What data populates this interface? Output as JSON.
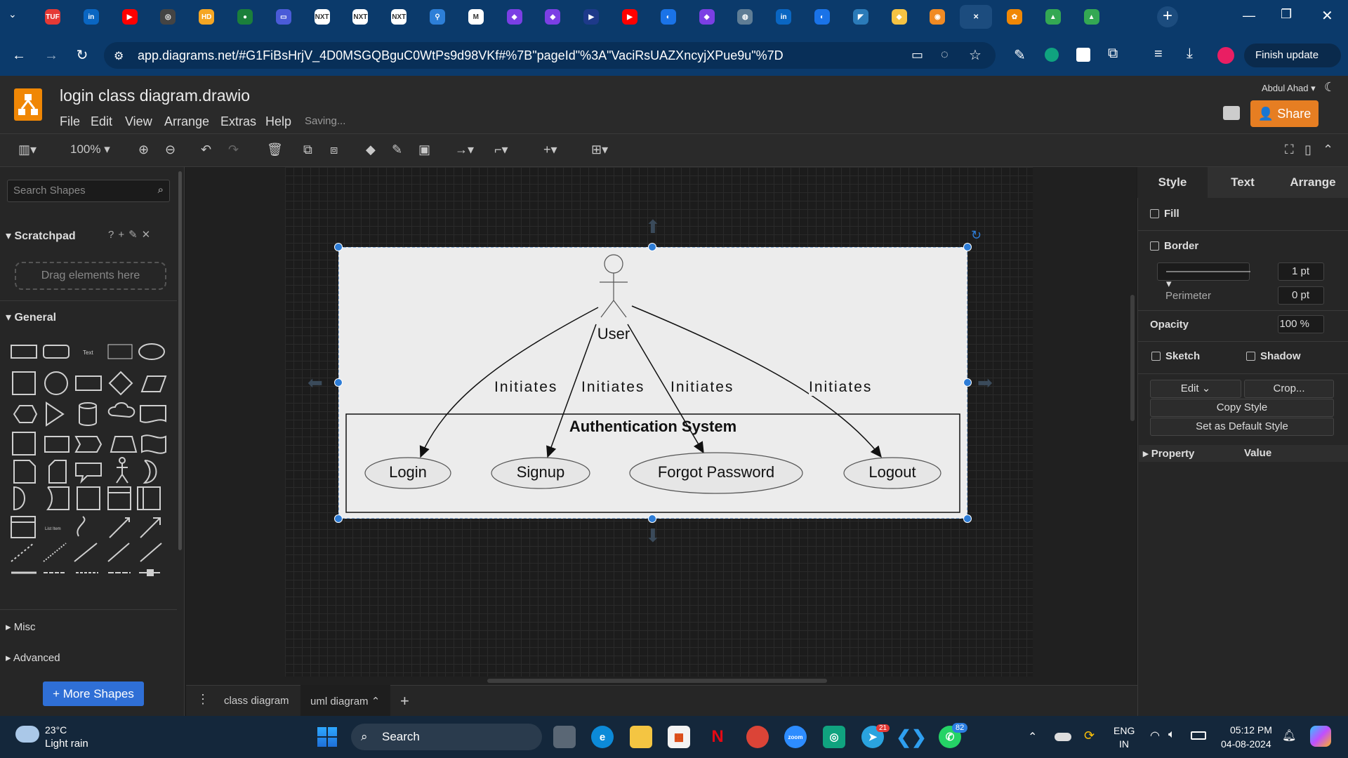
{
  "browser": {
    "url": "app.diagrams.net/#G1FiBsHrjV_4D0MSGQBguC0WtPs9d98VKf#%7B\"pageId\"%3A\"VaciRsUAZXncyjXPue9u\"%7D",
    "finish_update": "Finish update",
    "tabs": [
      {
        "icon": "tuf-icon",
        "label": "TUF",
        "color": "#e53935"
      },
      {
        "icon": "linkedin-icon",
        "label": "in",
        "color": "#0a66c2"
      },
      {
        "icon": "youtube-icon",
        "label": "▶",
        "color": "#ff0000"
      },
      {
        "icon": "chatgpt-icon",
        "label": "◎",
        "color": "#444"
      },
      {
        "icon": "hd-icon",
        "label": "HD",
        "color": "#f5a623"
      },
      {
        "icon": "app-icon",
        "label": "●",
        "color": "#1b7f3b"
      },
      {
        "icon": "chat-icon",
        "label": "▭",
        "color": "#4a5bd8"
      },
      {
        "icon": "next-icon",
        "label": "NXT",
        "color": "#fff"
      },
      {
        "icon": "next-icon",
        "label": "NXT",
        "color": "#fff"
      },
      {
        "icon": "next-icon",
        "label": "NXT",
        "color": "#fff"
      },
      {
        "icon": "pin-icon",
        "label": "⚲",
        "color": "#2d7fd8"
      },
      {
        "icon": "gmail-icon",
        "label": "M",
        "color": "#fff"
      },
      {
        "icon": "copilot-icon",
        "label": "◆",
        "color": "#7b3fe4"
      },
      {
        "icon": "copilot-icon",
        "label": "◆",
        "color": "#7b3fe4"
      },
      {
        "icon": "play-icon",
        "label": "▶",
        "color": "#1e3a8a"
      },
      {
        "icon": "youtube-icon",
        "label": "▶",
        "color": "#ff0000"
      },
      {
        "icon": "edge-icon",
        "label": "◐",
        "color": "#1a73e8"
      },
      {
        "icon": "copilot-icon",
        "label": "◆",
        "color": "#7b3fe4"
      },
      {
        "icon": "globe-icon",
        "label": "◍",
        "color": "#5f7d95"
      },
      {
        "icon": "linkedin-icon",
        "label": "in",
        "color": "#0a66c2"
      },
      {
        "icon": "edge-icon",
        "label": "◐",
        "color": "#1a73e8"
      },
      {
        "icon": "bird-icon",
        "label": "◤",
        "color": "#2b7bb9"
      },
      {
        "icon": "gem-icon",
        "label": "◆",
        "color": "#f6c343"
      },
      {
        "icon": "fire-icon",
        "label": "◉",
        "color": "#f08a24"
      },
      {
        "icon": "close-icon",
        "label": "✕",
        "color": "transparent"
      },
      {
        "icon": "flower-icon",
        "label": "✿",
        "color": "#f08705"
      },
      {
        "icon": "drive-icon",
        "label": "▲",
        "color": "#34a853"
      },
      {
        "icon": "drive-icon",
        "label": "▲",
        "color": "#34a853"
      }
    ]
  },
  "app": {
    "title": "login class diagram.drawio",
    "menus": [
      "File",
      "Edit",
      "View",
      "Arrange",
      "Extras",
      "Help"
    ],
    "status": "Saving...",
    "user": "Abdul Ahad",
    "share": "Share",
    "zoom": "100%"
  },
  "left_panel": {
    "search_placeholder": "Search Shapes",
    "scratchpad": "Scratchpad",
    "drag_hint": "Drag elements here",
    "general": "General",
    "misc": "Misc",
    "advanced": "Advanced",
    "more_shapes": "+ More Shapes"
  },
  "diagram": {
    "actor": "User",
    "system": "Authentication System",
    "edge_label": "Initiates",
    "use_cases": [
      "Login",
      "Signup",
      "Forgot Password",
      "Logout"
    ]
  },
  "right_panel": {
    "tabs": [
      "Style",
      "Text",
      "Arrange"
    ],
    "fill": "Fill",
    "border": "Border",
    "border_width": "1 pt",
    "perimeter": "Perimeter",
    "perimeter_value": "0 pt",
    "opacity": "Opacity",
    "opacity_value": "100 %",
    "sketch": "Sketch",
    "shadow": "Shadow",
    "edit": "Edit",
    "crop": "Crop...",
    "copy_style": "Copy Style",
    "set_default": "Set as Default Style",
    "property": "Property",
    "value": "Value"
  },
  "page_tabs": [
    "class diagram",
    "uml diagram"
  ],
  "taskbar": {
    "temp": "23°C",
    "weather": "Light rain",
    "search": "Search",
    "lang1": "ENG",
    "lang2": "IN",
    "time": "05:12 PM",
    "date": "04-08-2024",
    "badge_telegram": "21",
    "badge_whatsapp": "82"
  }
}
